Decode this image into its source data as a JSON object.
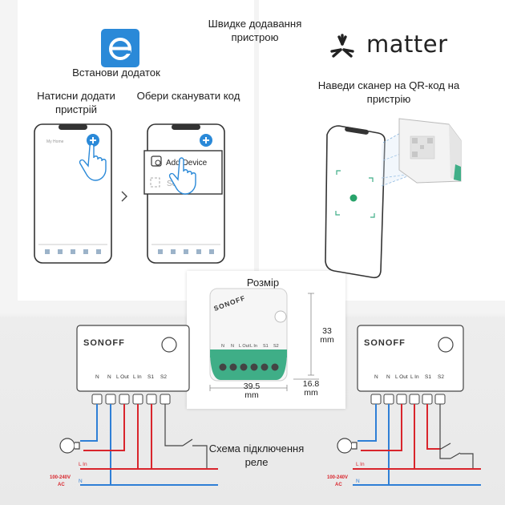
{
  "header": {
    "title": "Швидке додавання пристрою"
  },
  "app_steps": {
    "install_label": "Встанови додаток",
    "step1_label": "Натисни додати пристрій",
    "step2_label": "Обери сканувати код",
    "phone_home_title": "My Home",
    "popup": {
      "add_device": "Add Device",
      "scan": "Scan"
    },
    "arrow": ">"
  },
  "matter": {
    "brand": "matter",
    "instruction": "Наведи сканер на QR-код на пристрію"
  },
  "device": {
    "brand": "SONOFF",
    "size_title": "Розмір",
    "terminals": [
      "N",
      "N",
      "L Out",
      "L In",
      "S1",
      "S2"
    ],
    "width": "39.5",
    "height": "33",
    "depth": "16.8",
    "unit": "mm"
  },
  "wiring": {
    "title": "Схема підключення реле",
    "brand": "SONOFF",
    "terminals": [
      "N",
      "N",
      "L Out",
      "L In",
      "S1",
      "S2"
    ],
    "l_in": "L In",
    "n": "N",
    "voltage": "100-240V",
    "ac": "AC"
  },
  "colors": {
    "accent_teal": "#3fae87",
    "wire_blue": "#2f7fd6",
    "wire_red": "#d9252c",
    "ewelink_blue": "#2a89d8"
  },
  "icons": [
    "ewelink-logo-icon",
    "matter-logo-icon",
    "plus-icon",
    "hand-pointer-icon",
    "add-device-icon",
    "scan-icon",
    "chevron-right-icon",
    "lamp-icon",
    "switch-icon",
    "wifi-icon"
  ]
}
